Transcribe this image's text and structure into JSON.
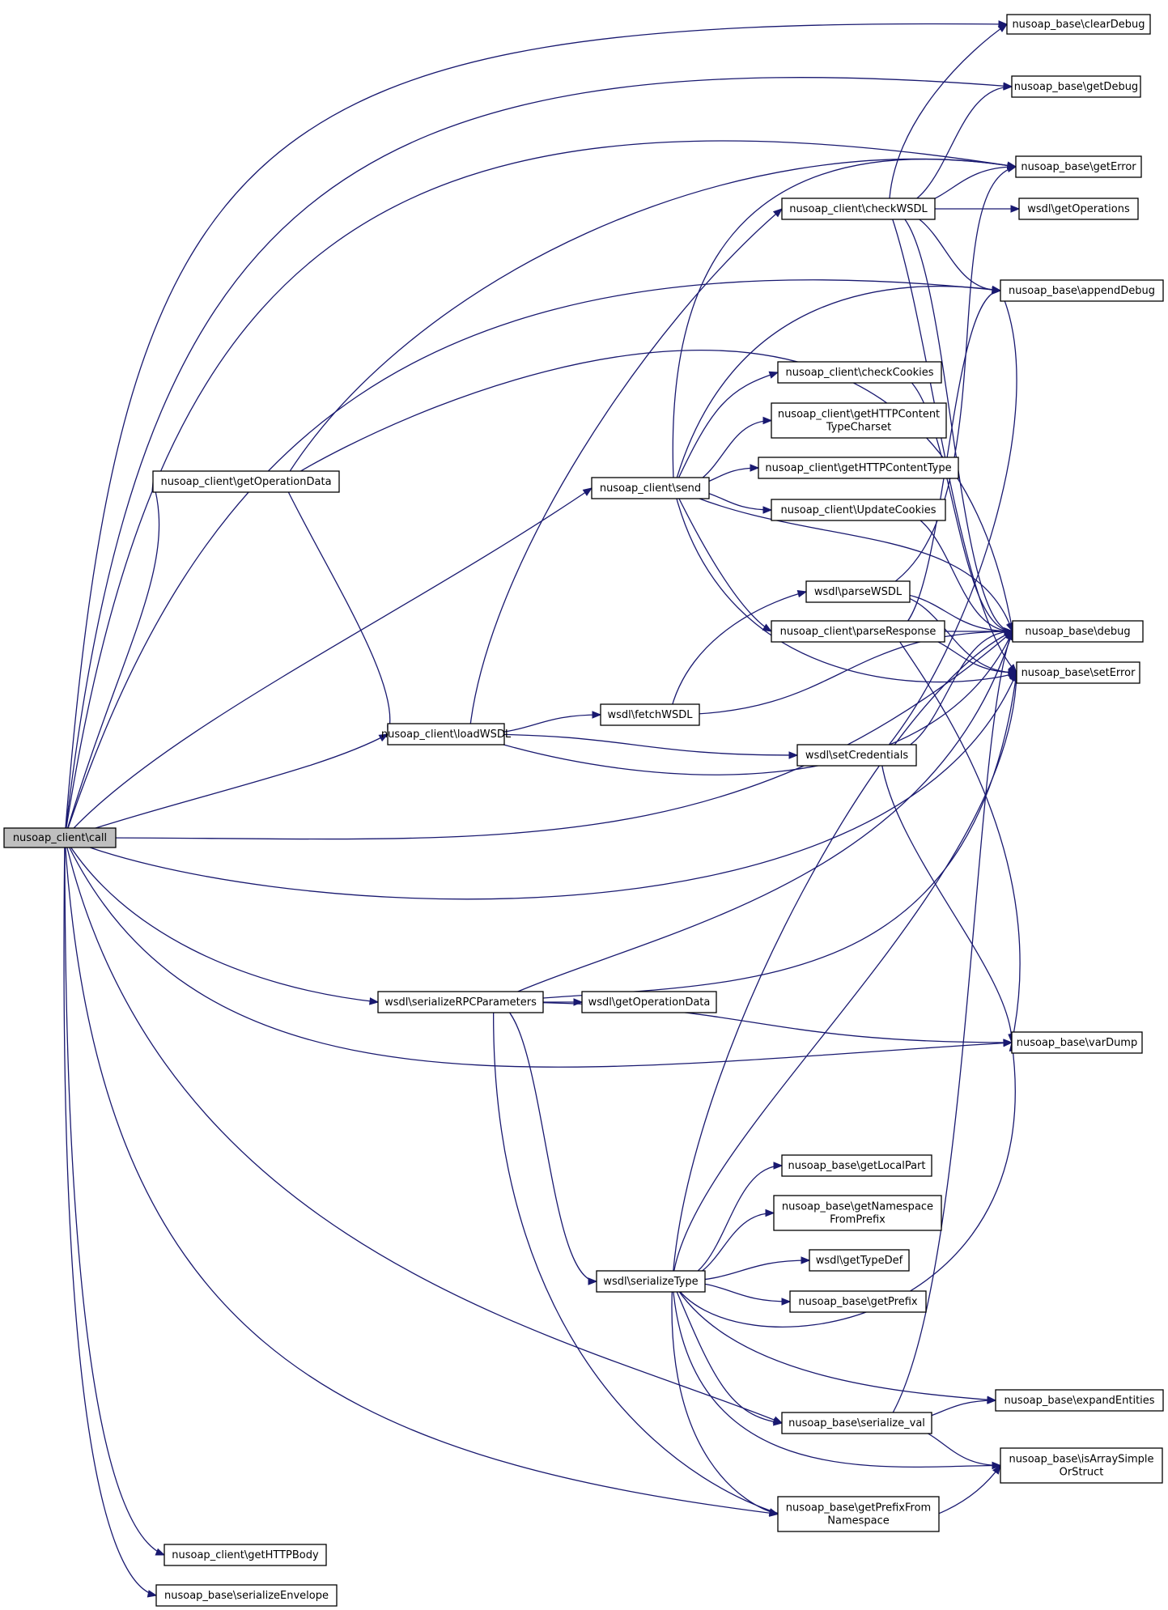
{
  "diagram": {
    "colors": {
      "edge": "#191970",
      "root_fill": "#bfbfbf",
      "node_fill": "#ffffff",
      "border": "#000000"
    },
    "nodes": [
      {
        "id": "call",
        "lines": [
          "nusoap_client\\call"
        ],
        "root": true
      },
      {
        "id": "clearDebug",
        "lines": [
          "nusoap_base\\clearDebug"
        ]
      },
      {
        "id": "getDebug",
        "lines": [
          "nusoap_base\\getDebug"
        ]
      },
      {
        "id": "getError",
        "lines": [
          "nusoap_base\\getError"
        ]
      },
      {
        "id": "checkWSDL",
        "lines": [
          "nusoap_client\\checkWSDL"
        ]
      },
      {
        "id": "getOperations",
        "lines": [
          "wsdl\\getOperations"
        ]
      },
      {
        "id": "appendDebug",
        "lines": [
          "nusoap_base\\appendDebug"
        ]
      },
      {
        "id": "checkCookies",
        "lines": [
          "nusoap_client\\checkCookies"
        ]
      },
      {
        "id": "getHTTPContentTypeCharset",
        "lines": [
          "nusoap_client\\getHTTPContent",
          "TypeCharset"
        ]
      },
      {
        "id": "getHTTPContentType",
        "lines": [
          "nusoap_client\\getHTTPContentType"
        ]
      },
      {
        "id": "getOperationData",
        "lines": [
          "nusoap_client\\getOperationData"
        ]
      },
      {
        "id": "send",
        "lines": [
          "nusoap_client\\send"
        ]
      },
      {
        "id": "UpdateCookies",
        "lines": [
          "nusoap_client\\UpdateCookies"
        ]
      },
      {
        "id": "parseWSDL",
        "lines": [
          "wsdl\\parseWSDL"
        ]
      },
      {
        "id": "parseResponse",
        "lines": [
          "nusoap_client\\parseResponse"
        ]
      },
      {
        "id": "debug",
        "lines": [
          "nusoap_base\\debug"
        ]
      },
      {
        "id": "setError",
        "lines": [
          "nusoap_base\\setError"
        ]
      },
      {
        "id": "fetchWSDL",
        "lines": [
          "wsdl\\fetchWSDL"
        ]
      },
      {
        "id": "loadWSDL",
        "lines": [
          "nusoap_client\\loadWSDL"
        ]
      },
      {
        "id": "setCredentials",
        "lines": [
          "wsdl\\setCredentials"
        ]
      },
      {
        "id": "serializeRPCParameters",
        "lines": [
          "wsdl\\serializeRPCParameters"
        ]
      },
      {
        "id": "wsdlGetOperationData",
        "lines": [
          "wsdl\\getOperationData"
        ]
      },
      {
        "id": "varDump",
        "lines": [
          "nusoap_base\\varDump"
        ]
      },
      {
        "id": "getLocalPart",
        "lines": [
          "nusoap_base\\getLocalPart"
        ]
      },
      {
        "id": "getNamespaceFromPrefix",
        "lines": [
          "nusoap_base\\getNamespace",
          "FromPrefix"
        ]
      },
      {
        "id": "getTypeDef",
        "lines": [
          "wsdl\\getTypeDef"
        ]
      },
      {
        "id": "serializeType",
        "lines": [
          "wsdl\\serializeType"
        ]
      },
      {
        "id": "getPrefix",
        "lines": [
          "nusoap_base\\getPrefix"
        ]
      },
      {
        "id": "expandEntities",
        "lines": [
          "nusoap_base\\expandEntities"
        ]
      },
      {
        "id": "serialize_val",
        "lines": [
          "nusoap_base\\serialize_val"
        ]
      },
      {
        "id": "isArraySimpleOrStruct",
        "lines": [
          "nusoap_base\\isArraySimple",
          "OrStruct"
        ]
      },
      {
        "id": "getPrefixFromNamespace",
        "lines": [
          "nusoap_base\\getPrefixFrom",
          "Namespace"
        ]
      },
      {
        "id": "getHTTPBody",
        "lines": [
          "nusoap_client\\getHTTPBody"
        ]
      },
      {
        "id": "serializeEnvelope",
        "lines": [
          "nusoap_base\\serializeEnvelope"
        ]
      }
    ],
    "edges": [
      [
        "call",
        "clearDebug"
      ],
      [
        "call",
        "getDebug"
      ],
      [
        "call",
        "getError"
      ],
      [
        "call",
        "appendDebug"
      ],
      [
        "call",
        "getOperationData"
      ],
      [
        "call",
        "send"
      ],
      [
        "call",
        "loadWSDL"
      ],
      [
        "call",
        "debug"
      ],
      [
        "call",
        "setError"
      ],
      [
        "call",
        "serializeRPCParameters"
      ],
      [
        "call",
        "varDump"
      ],
      [
        "call",
        "serialize_val"
      ],
      [
        "call",
        "getPrefixFromNamespace"
      ],
      [
        "call",
        "getHTTPBody"
      ],
      [
        "call",
        "serializeEnvelope"
      ],
      [
        "getOperationData",
        "getError"
      ],
      [
        "getOperationData",
        "debug"
      ],
      [
        "getOperationData",
        "loadWSDL"
      ],
      [
        "loadWSDL",
        "checkWSDL"
      ],
      [
        "loadWSDL",
        "fetchWSDL"
      ],
      [
        "loadWSDL",
        "setCredentials"
      ],
      [
        "loadWSDL",
        "debug"
      ],
      [
        "checkWSDL",
        "clearDebug"
      ],
      [
        "checkWSDL",
        "getDebug"
      ],
      [
        "checkWSDL",
        "getError"
      ],
      [
        "checkWSDL",
        "getOperations"
      ],
      [
        "checkWSDL",
        "appendDebug"
      ],
      [
        "checkWSDL",
        "debug"
      ],
      [
        "checkWSDL",
        "setError"
      ],
      [
        "send",
        "getError"
      ],
      [
        "send",
        "appendDebug"
      ],
      [
        "send",
        "checkCookies"
      ],
      [
        "send",
        "getHTTPContentTypeCharset"
      ],
      [
        "send",
        "getHTTPContentType"
      ],
      [
        "send",
        "UpdateCookies"
      ],
      [
        "send",
        "parseResponse"
      ],
      [
        "send",
        "debug"
      ],
      [
        "send",
        "setError"
      ],
      [
        "checkCookies",
        "debug"
      ],
      [
        "UpdateCookies",
        "debug"
      ],
      [
        "parseResponse",
        "appendDebug"
      ],
      [
        "parseResponse",
        "debug"
      ],
      [
        "parseResponse",
        "setError"
      ],
      [
        "parseResponse",
        "varDump"
      ],
      [
        "fetchWSDL",
        "parseWSDL"
      ],
      [
        "fetchWSDL",
        "debug"
      ],
      [
        "parseWSDL",
        "getError"
      ],
      [
        "parseWSDL",
        "debug"
      ],
      [
        "parseWSDL",
        "setError"
      ],
      [
        "setCredentials",
        "appendDebug"
      ],
      [
        "setCredentials",
        "debug"
      ],
      [
        "setCredentials",
        "varDump"
      ],
      [
        "serializeRPCParameters",
        "wsdlGetOperationData"
      ],
      [
        "serializeRPCParameters",
        "debug"
      ],
      [
        "serializeRPCParameters",
        "setError"
      ],
      [
        "serializeRPCParameters",
        "varDump"
      ],
      [
        "serializeRPCParameters",
        "serializeType"
      ],
      [
        "serializeRPCParameters",
        "isArraySimpleOrStruct"
      ],
      [
        "serializeType",
        "debug"
      ],
      [
        "serializeType",
        "setError"
      ],
      [
        "serializeType",
        "getLocalPart"
      ],
      [
        "serializeType",
        "getNamespaceFromPrefix"
      ],
      [
        "serializeType",
        "getTypeDef"
      ],
      [
        "serializeType",
        "getPrefix"
      ],
      [
        "serializeType",
        "varDump"
      ],
      [
        "serializeType",
        "expandEntities"
      ],
      [
        "serializeType",
        "serialize_val"
      ],
      [
        "serializeType",
        "isArraySimpleOrStruct"
      ],
      [
        "serializeType",
        "getPrefixFromNamespace"
      ],
      [
        "serialize_val",
        "expandEntities"
      ],
      [
        "serialize_val",
        "isArraySimpleOrStruct"
      ],
      [
        "serialize_val",
        "debug"
      ]
    ]
  }
}
